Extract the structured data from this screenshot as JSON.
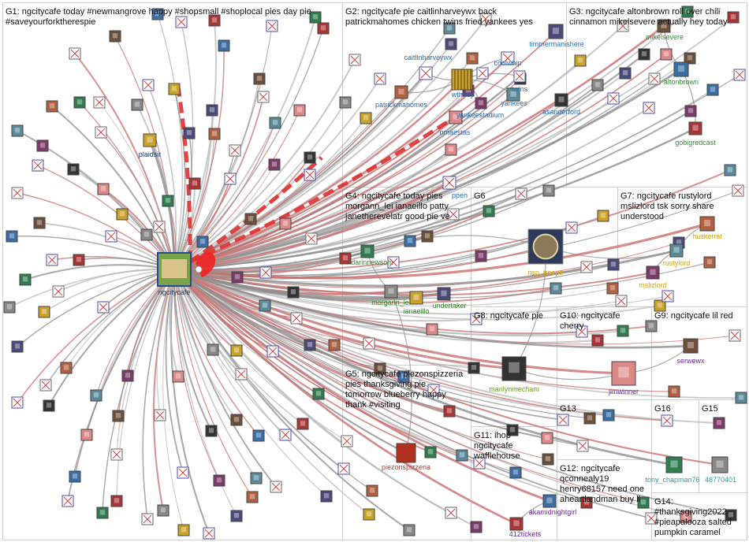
{
  "groups": [
    {
      "id": "G1",
      "title": "G1: ngcitycafe today #newmangrove happy #shopsmall #shoplocal pies day pie\n#saveyourforktherespie"
    },
    {
      "id": "G2",
      "title": "G2: ngcitycafe pie caitlinharveywx back\npatrickmahomes chicken twins fried yankees yes"
    },
    {
      "id": "G3",
      "title": "G3: ngcitycafe altonbrown roll over chili\ncinnamon mikelsevere actually hey today"
    },
    {
      "id": "G4",
      "title": "G4: ngcitycafe today pies\nmorgann_lei ianaeillo patty\njanetherevelatr good pie ve"
    },
    {
      "id": "G5",
      "title": "G5: ngcitycafe piezonspizzeria\npies thanksgiving pie\ntomorrow blueberry happy\nthank #visiting"
    },
    {
      "id": "G6",
      "title": "G6"
    },
    {
      "id": "G7",
      "title": "G7: ngcitycafe rustylord\nmslizlord tsk sorry share\nunderstood"
    },
    {
      "id": "G8",
      "title": "G8: ngcitycafe pie"
    },
    {
      "id": "G9",
      "title": "G9: ngcitycafe lil red"
    },
    {
      "id": "G10",
      "title": "G10: ngcitycafe\ncherry"
    },
    {
      "id": "G11",
      "title": "G11: ihop\nngcitycafe\nwafflehouse"
    },
    {
      "id": "G12",
      "title": "G12: ngcitycafe\nqconnealy19\nhenry68157 need one\naheartlandman buy ll"
    },
    {
      "id": "G13",
      "title": "G13"
    },
    {
      "id": "G14",
      "title": "G14:\n#thanksgiving2022\n#pieapalooza salted\npumpkin caramel"
    },
    {
      "id": "G15",
      "title": "G15"
    },
    {
      "id": "G16",
      "title": "G16"
    }
  ],
  "labels": {
    "ngcitycafe": "ngcitycafe",
    "plaidsir": "plaidsir",
    "caitlinharveywx": "caitlinharveywx",
    "coolwhip": "coolwhip",
    "timmermanishere": "timmermanishere",
    "wthrldy": "wthrldy",
    "patrickmahomes": "patrickmahomes",
    "twins": "twins",
    "yankees": "yankees",
    "yankeestadium": "yankeestadium",
    "asanderford": "asanderford",
    "nmaestas": "nmaestas",
    "mikelsevere": "mikelsevere",
    "altonbrown": "altonbrown",
    "gobigredcast": "gobigredcast",
    "darinnewsom": "darinnewsom",
    "morgann_lei": "morgann_lei",
    "ianaeillo": "ianaeillo",
    "undertaker": "undertaker",
    "ppen": "ppen",
    "nsp_troope": "nsp_troope",
    "huskerrat": "huskerrat",
    "rustylord": "rustylord",
    "mslizlord": "mslizlord",
    "marilynmecham": "marilynmecham",
    "jimwinner": "jimwinner",
    "serwewx": "serwewx",
    "piezonspizzeria": "piezonspizzeria",
    "akamidnightgirl": "akamidnightgirl",
    "412tickets": "412tickets",
    "tony_chapman76": "tony_chapman76",
    "48770401": "48770401"
  },
  "colors": {
    "edge_gray": "#b9b9b9",
    "edge_dark": "#8f8f8f",
    "edge_red": "#c9706f",
    "edge_bright_red": "#e03030",
    "hub_red": "#ee2222",
    "label_blue": "#2a6fb0",
    "label_green": "#2e8b2e",
    "label_orange": "#d4a010",
    "label_purple": "#6a2a9a",
    "label_red": "#c0392b",
    "label_navy": "#1a3a6a",
    "label_teal": "#3a9a9a",
    "label_olive": "#6a9a2a"
  }
}
